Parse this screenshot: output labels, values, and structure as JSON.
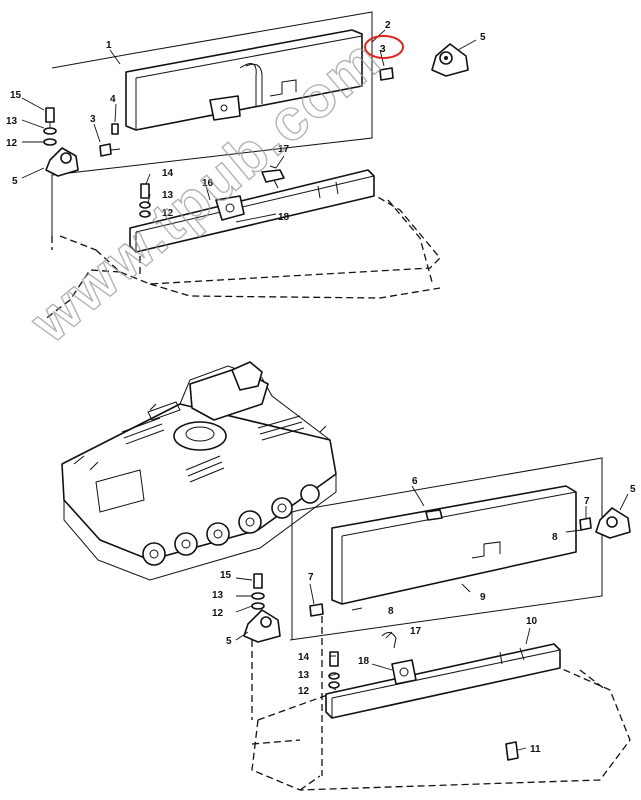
{
  "watermark": "www.tpub.com",
  "highlight_color": "#e0241b",
  "top_assembly": {
    "callouts": {
      "c1": "1",
      "c2": "2",
      "c3": "3",
      "c3b": "3",
      "c4": "4",
      "c5a": "5",
      "c5b": "5",
      "c12": "12",
      "c13": "13",
      "c14": "14",
      "c13b": "13",
      "c12b": "12",
      "c15": "15",
      "c16": "16",
      "c17": "17",
      "c18": "18"
    }
  },
  "bottom_assembly": {
    "callouts": {
      "c6": "6",
      "c5a": "5",
      "c7a": "7",
      "c8a": "8",
      "c9": "9",
      "c15": "15",
      "c13a": "13",
      "c12a": "12",
      "c5b": "5",
      "c7b": "7",
      "c8b": "8",
      "c17": "17",
      "c10": "10",
      "c14": "14",
      "c18": "18",
      "c13b": "13",
      "c12b": "12",
      "c11": "11"
    }
  }
}
